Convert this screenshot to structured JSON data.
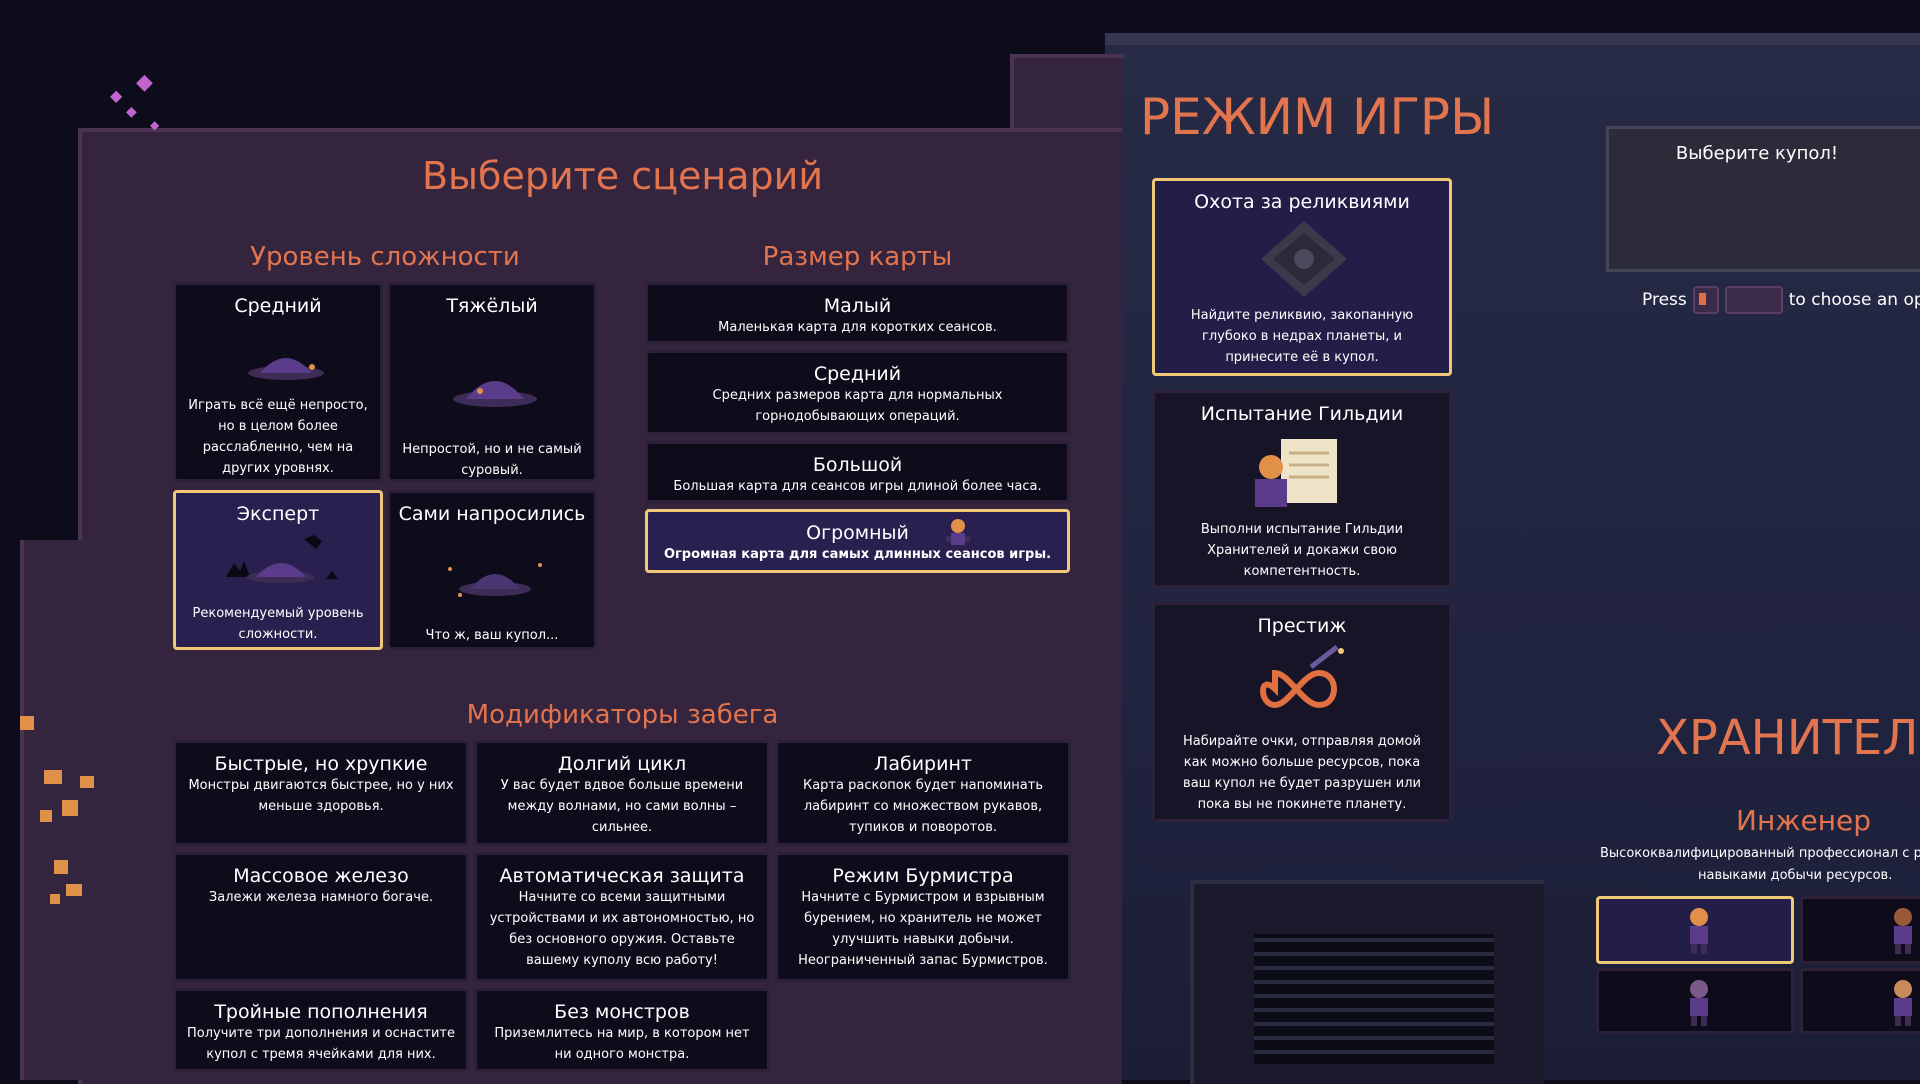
{
  "scenario": {
    "title": "Выберите сценарий",
    "difficulty": {
      "heading": "Уровень сложности",
      "items": [
        {
          "title": "Средний",
          "desc": "Играть всё ещё непросто, но в целом более расслабленно, чем на других уровнях."
        },
        {
          "title": "Тяжёлый",
          "desc": "Непростой, но и не самый суровый."
        },
        {
          "title": "Эксперт",
          "desc": "Рекомендуемый уровень сложности.",
          "selected": true
        },
        {
          "title": "Сами напросились",
          "desc": "Что ж, ваш купол..."
        }
      ]
    },
    "map_size": {
      "heading": "Размер карты",
      "items": [
        {
          "title": "Малый",
          "desc": "Маленькая карта для коротких сеансов."
        },
        {
          "title": "Средний",
          "desc": "Средних размеров карта для нормальных горнодобывающих операций."
        },
        {
          "title": "Большой",
          "desc": "Большая карта для сеансов игры длиной более часа."
        },
        {
          "title": "Огромный",
          "desc": "Огромная карта для самых длинных сеансов игры.",
          "selected": true
        }
      ]
    },
    "modifiers": {
      "heading": "Модификаторы забега",
      "items": [
        {
          "title": "Быстрые, но хрупкие",
          "desc": "Монстры двигаются быстрее, но у них меньше здоровья."
        },
        {
          "title": "Долгий цикл",
          "desc": "У вас будет вдвое больше времени между волнами, но сами волны – сильнее."
        },
        {
          "title": "Лабиринт",
          "desc": "Карта раскопок будет напоминать лабиринт со множеством рукавов, тупиков и поворотов."
        },
        {
          "title": "Массовое железо",
          "desc": "Залежи железа намного богаче."
        },
        {
          "title": "Автоматическая защита",
          "desc": "Начните со всеми защитными устройствами и их автономностью, но без основного оружия. Оставьте вашему куполу всю работу!"
        },
        {
          "title": "Режим Бурмистра",
          "desc": "Начните с Бурмистром и взрывным бурением, но хранитель не может улучшить навыки добычи. Неограниченный запас Бурмистров."
        },
        {
          "title": "Тройные пополнения",
          "desc": "Получите три дополнения и оснастите купол с тремя ячейками для них."
        },
        {
          "title": "Без монстров",
          "desc": "Приземлитесь на мир, в котором нет ни одного монстра."
        }
      ]
    }
  },
  "game_mode": {
    "heading": "РЕЖИМ ИГРЫ",
    "items": [
      {
        "title": "Охота за реликвиями",
        "desc": "Найдите реликвию, закопанную глубоко в недрах планеты, и принесите её в купол.",
        "icon": "relic-icon",
        "selected": true
      },
      {
        "title": "Испытание Гильдии",
        "desc": "Выполни испытание Гильдии Хранителей и докажи свою компетентность.",
        "icon": "guild-scroll-icon"
      },
      {
        "title": "Престиж",
        "desc": "Набирайте очки, отправляя домой как можно больше ресурсов, пока ваш купол не будет разрушен или пока вы не покинете планету.",
        "icon": "infinity-icon"
      }
    ]
  },
  "dome_panel": {
    "title": "Выберите купол!",
    "hint_press": "Press",
    "hint_rest": "to choose an optio"
  },
  "keeper": {
    "heading": "ХРАНИТЕЛЬ",
    "name": "Инженер",
    "desc_line1": "Высококвалифицированный профессионал с р",
    "desc_line2": "навыками добычи ресурсов."
  },
  "colors": {
    "accent": "#e2744e",
    "selected_border": "#f0c878",
    "card_bg": "#0e0c1b",
    "panel_bg": "#35243e"
  }
}
